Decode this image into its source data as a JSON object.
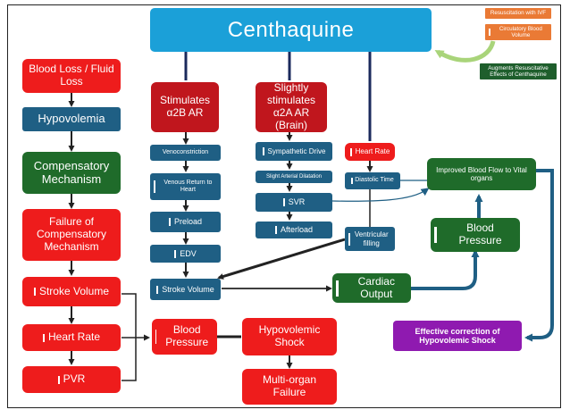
{
  "title": "Centhaquine",
  "legend": {
    "resuscitation_ivf": "Resuscitation with IVF",
    "circulatory_volume": "Circulatory Blood Volume",
    "augments": "Augments Resuscitative Effects of Centhaquine"
  },
  "left": {
    "blood_loss": "Blood Loss / Fluid Loss",
    "hypovolemia": "Hypovolemia",
    "compensatory": "Compensatory Mechanism",
    "failure": "Failure of Compensatory Mechanism",
    "stroke_volume": "Stroke Volume",
    "heart_rate": "Heart Rate",
    "pvr": "PVR"
  },
  "middle": {
    "blood_pressure": "Blood Pressure",
    "hypovolemic_shock": "Hypovolemic Shock",
    "multi_organ": "Multi-organ Failure"
  },
  "col_a": {
    "stimulates": "Stimulates α2B AR",
    "venoconstriction": "Venoconstriction",
    "venous_return": "Venous Return to Heart",
    "preload": "Preload",
    "edv": "EDV",
    "stroke_volume": "Stroke Volume"
  },
  "col_b": {
    "slightly": "Slightly stimulates α2A AR (Brain)",
    "sympathetic": "Sympathetic Drive",
    "arteriolar": "Slight Arterial Dilatation",
    "svr": "SVR",
    "afterload": "Afterload"
  },
  "col_c": {
    "heart_rate": "Heart Rate",
    "diastolic": "Diastolic Time",
    "ventricular": "Ventricular filling"
  },
  "right": {
    "improved_flow": "Improved Blood Flow to Vital organs",
    "blood_pressure": "Blood Pressure",
    "cardiac_output": "Cardiac Output",
    "effective": "Effective correction of Hypovolemic Shock"
  },
  "colors": {
    "title_blue": "#1ba0d8",
    "red": "#ee1c1c",
    "dark_red": "#c0161d",
    "navy": "#1f5f84",
    "green": "#1f6b2a",
    "purple": "#8f1ab0",
    "orange": "#ea7a35",
    "arrow_dark": "#222222",
    "arrow_teal": "#1f5f84",
    "arrow_lightgreen": "#a9d47a"
  }
}
